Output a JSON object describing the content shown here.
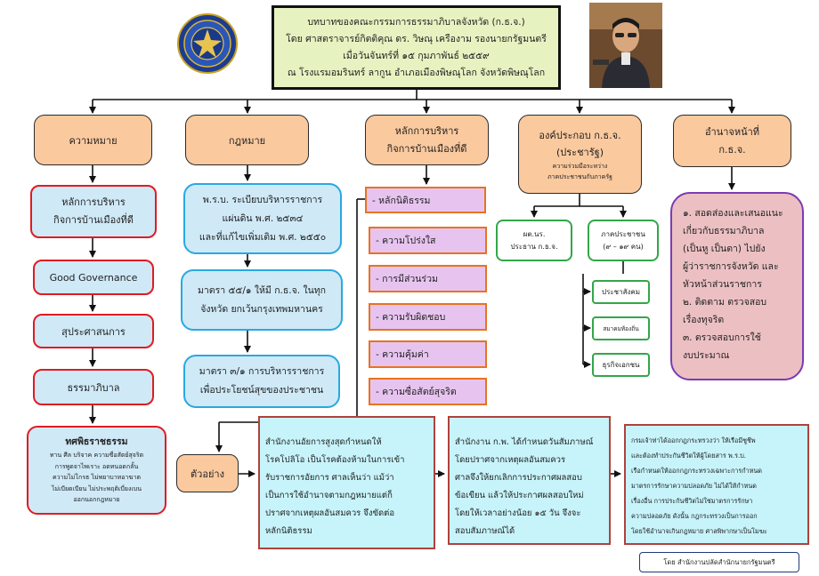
{
  "colors": {
    "header_bg": "#e6f2c0",
    "header_border": "#111111",
    "peach": "#fbc99e",
    "peach_border": "#2b2b2b",
    "blue_fill": "#cfe9f7",
    "red_border": "#e01b22",
    "cyan_border": "#2aa8e0",
    "purple_fill": "#e7c4f0",
    "orange_border": "#e8731e",
    "green_border": "#33a64a",
    "pink_fill": "#ecc0c3",
    "violet_border": "#7b3bb3",
    "cyan_fill": "#c7f4fb",
    "brown_border": "#b0413e",
    "line": "#111111"
  },
  "icons": {
    "seal": "provincial-seal-icon",
    "photo": "speaker-photo"
  },
  "header": {
    "lines": [
      "บทบาทของคณะกรรมการธรรมาภิบาลจังหวัด (ก.ธ.จ.)",
      "โดย ศาสตราจารย์กิตติคุณ ดร. วิษณุ  เครืองาม รองนายกรัฐมนตรี",
      "เมื่อวันจันทร์ที่ ๑๕ กุมภาพันธ์ ๒๕๕๙",
      "ณ โรงแรมอมรินทร์ ลากูน อำเภอเมืองพิษณุโลก จังหวัดพิษณุโลก"
    ]
  },
  "columns": {
    "meaning": {
      "title": "ความหมาย",
      "items": [
        [
          "หลักการบริหาร",
          "กิจการบ้านเมืองที่ดี"
        ],
        [
          "Good Governance"
        ],
        [
          "สุประศาสนการ"
        ],
        [
          "ธรรมาภิบาล"
        ]
      ],
      "last": {
        "title": "ทศพิธราชธรรม",
        "lines": [
          "ทาน ศีล บริจาค ความซื่อสัตย์สุจริต",
          "การพูดจาไพเราะ อดทนอดกลั้น",
          "ความไม่โกรธ ไม่พยาบาทอาฆาต",
          "ไม่เบียดเบียน ไม่ประพฤติเบี่ยงเบน",
          "ออกนอกกฎหมาย"
        ]
      }
    },
    "law": {
      "title": "กฎหมาย",
      "items": [
        [
          "พ.ร.บ. ระเบียบบริหารราชการ",
          "แผ่นดิน พ.ศ. ๒๕๓๔",
          "และที่แก้ไขเพิ่มเติม พ.ศ. ๒๕๕๐"
        ],
        [
          "มาตรา ๕๕/๑ ให้มี ก.ธ.จ. ในทุก",
          "จังหวัด ยกเว้นกรุงเทพมหานคร"
        ],
        [
          "มาตรา ๓/๑ การบริหารราชการ",
          "เพื่อประโยชน์สุขของประชาชน"
        ]
      ]
    },
    "principles": {
      "title": [
        "หลักการบริหาร",
        "กิจการบ้านเมืองที่ดี"
      ],
      "items": [
        "- หลักนิติธรรม",
        "- ความโปร่งใส",
        "- การมีส่วนร่วม",
        "- ความรับผิดชอบ",
        "- ความคุ้มค่า",
        "- ความซื่อสัตย์สุจริต"
      ]
    },
    "composition": {
      "title": [
        "องค์ประกอบ ก.ธ.จ.",
        "(ประชารัฐ)"
      ],
      "subtitle": [
        "ความร่วมมือระหว่าง",
        "ภาคประชาชนกับภาครัฐ"
      ],
      "left": [
        "ผต.นร.",
        "ประธาน ก.ธ.จ."
      ],
      "right": [
        "ภาคประชาชน",
        "(๙ – ๑๙ คน)"
      ],
      "sub_items": [
        "ประชาสังคม",
        "สมาคมท้องถิ่น",
        "ธุรกิจเอกชน"
      ]
    },
    "duties": {
      "title": [
        "อำนาจหน้าที่",
        "ก.ธ.จ."
      ],
      "lines": [
        "๑. สอดส่องและเสนอแนะ",
        "เกี่ยวกับธรรมาภิบาล",
        "(เป็นหู เป็นตา) ไปยัง",
        "ผู้ว่าราชการจังหวัด และ",
        "หัวหน้าส่วนราชการ",
        "๒. ติดตาม ตรวจสอบ",
        "เรื่องทุจริต",
        "๓. ตรวจสอบการใช้",
        "งบประมาณ"
      ]
    }
  },
  "examples": {
    "label": "ตัวอย่าง",
    "items": [
      [
        "สำนักงานอัยการสูงสุดกำหนดให้",
        "โรคโปลิโอ เป็นโรคต้องห้ามในการเข้า",
        "รับราชการอัยการ ศาลเห็นว่า แม้ว่า",
        "เป็นการใช้อำนาจตามกฎหมายแต่ก็",
        "ปราศจากเหตุผลอันสมควร จึงขัดต่อ",
        "หลักนิติธรรม"
      ],
      [
        "สำนักงาน ก.พ. ได้กำหนดวันสัมภาษณ์",
        "โดยปราศจากเหตุผลอันสมควร",
        "ศาลจึงให้ยกเลิกการประกาศผลสอบ",
        "ข้อเขียน แล้วให้ประกาศผลสอบใหม่",
        "โดยให้เวลาอย่างน้อย ๑๕ วัน จึงจะ",
        "สอบสัมภาษณ์ได้"
      ],
      [
        "กรมเจ้าท่าได้ออกกฎกระทรวงว่า ให้เรือมีชูชีพ",
        "และต้องทำประกันชีวิตให้ผู้โดยสาร พ.ร.บ.",
        "เรือกำหนดให้ออกกฎกระทรวงเฉพาะการกำหนด",
        "มาตรการรักษาความปลอดภัย ไม่ได้ให้กำหนด",
        "เรื่องอื่น การประกันชีวิตไม่ใช่มาตรการรักษา",
        "ความปลอดภัย ดังนั้น กฎกระทรวงเป็นการออก",
        "โดยใช้อำนาจเกินกฎหมาย ศาลพิพากษาเป็นโมฆะ"
      ]
    ]
  },
  "footer": "โดย  สำนักงานปลัดสำนักนายกรัฐมนตรี"
}
